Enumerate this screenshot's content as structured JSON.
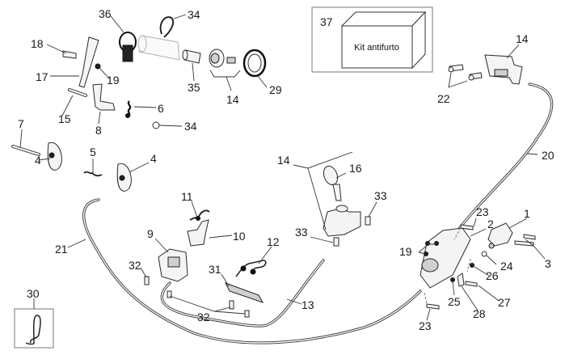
{
  "diagram": {
    "type": "exploded-parts-diagram",
    "subject": "Anti-theft lock / seat lock mechanism with cables",
    "kit_box": {
      "number": "37",
      "text": "Kit antifurto"
    },
    "callouts": [
      {
        "id": "c36",
        "text": "36"
      },
      {
        "id": "c34a",
        "text": "34"
      },
      {
        "id": "c18",
        "text": "18"
      },
      {
        "id": "c17",
        "text": "17"
      },
      {
        "id": "c19a",
        "text": "19"
      },
      {
        "id": "c35",
        "text": "35"
      },
      {
        "id": "c14a",
        "text": "14"
      },
      {
        "id": "c29",
        "text": "29"
      },
      {
        "id": "c6",
        "text": "6"
      },
      {
        "id": "c15",
        "text": "15"
      },
      {
        "id": "c8",
        "text": "8"
      },
      {
        "id": "c34b",
        "text": "34"
      },
      {
        "id": "c7",
        "text": "7"
      },
      {
        "id": "c5",
        "text": "5"
      },
      {
        "id": "c4a",
        "text": "4"
      },
      {
        "id": "c4b",
        "text": "4"
      },
      {
        "id": "c37",
        "text": "37"
      },
      {
        "id": "c14b",
        "text": "14"
      },
      {
        "id": "c22",
        "text": "22"
      },
      {
        "id": "c20",
        "text": "20"
      },
      {
        "id": "c14c",
        "text": "14"
      },
      {
        "id": "c16",
        "text": "16"
      },
      {
        "id": "c33a",
        "text": "33"
      },
      {
        "id": "c33b",
        "text": "33"
      },
      {
        "id": "c11",
        "text": "11"
      },
      {
        "id": "c10",
        "text": "10"
      },
      {
        "id": "c9",
        "text": "9"
      },
      {
        "id": "c21",
        "text": "21"
      },
      {
        "id": "c32a",
        "text": "32"
      },
      {
        "id": "c32b",
        "text": "32"
      },
      {
        "id": "c12",
        "text": "12"
      },
      {
        "id": "c31",
        "text": "31"
      },
      {
        "id": "c13",
        "text": "13"
      },
      {
        "id": "c30",
        "text": "30"
      },
      {
        "id": "c23a",
        "text": "23"
      },
      {
        "id": "c2",
        "text": "2"
      },
      {
        "id": "c1",
        "text": "1"
      },
      {
        "id": "c19b",
        "text": "19"
      },
      {
        "id": "c3",
        "text": "3"
      },
      {
        "id": "c24",
        "text": "24"
      },
      {
        "id": "c26",
        "text": "26"
      },
      {
        "id": "c25",
        "text": "25"
      },
      {
        "id": "c27",
        "text": "27"
      },
      {
        "id": "c28",
        "text": "28"
      },
      {
        "id": "c23b",
        "text": "23"
      }
    ]
  }
}
